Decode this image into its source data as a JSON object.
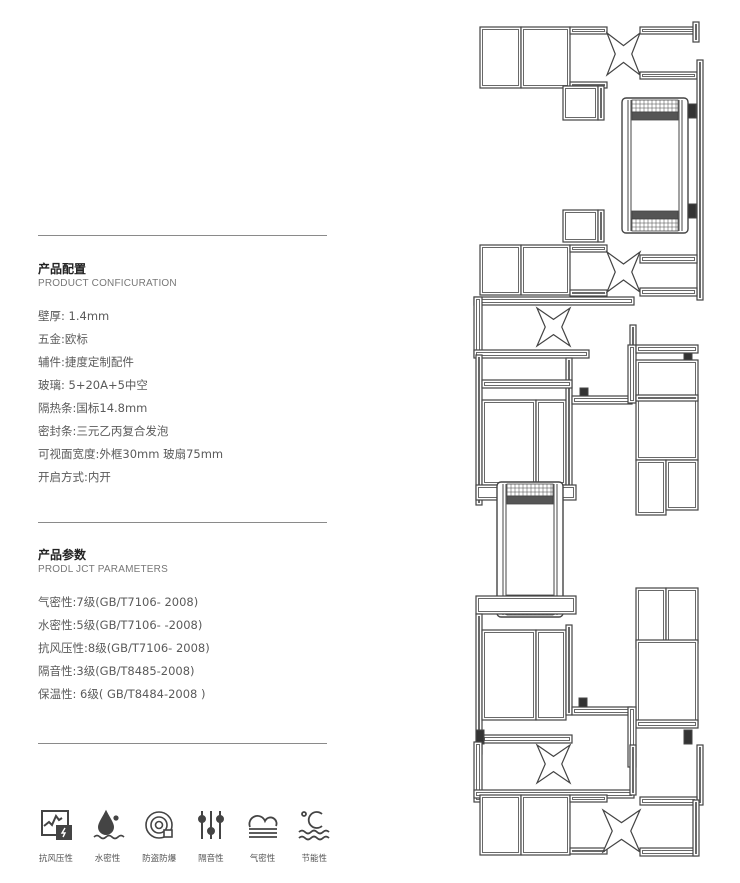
{
  "config": {
    "title": "产品配置",
    "subtitle": "PRODUCT CONFICURATION",
    "items": [
      "壁厚: 1.4mm",
      "五金:欧标",
      "辅件:捷度定制配件",
      "玻璃: 5+20A+5中空",
      "隔热条:国标14.8mm",
      "密封条:三元乙丙复合发泡",
      "可视面宽度:外框30mm 玻扇75mm",
      "开启方式:内开"
    ]
  },
  "params": {
    "title": "产品参数",
    "subtitle": "PRODL JCT PARAMETERS",
    "items": [
      "气密性:7级(GB/T7106- 2008)",
      "水密性:5级(GB/T7106- -2008)",
      "抗风压性:8级(GB/T7106- 2008)",
      "隔音性:3级(GB/T8485-2008)",
      "保温性: 6级( GB/T8484-2008 )"
    ]
  },
  "features": [
    {
      "icon": "wind-pressure-icon",
      "label": "抗风压性"
    },
    {
      "icon": "water-tight-icon",
      "label": "水密性"
    },
    {
      "icon": "anti-theft-icon",
      "label": "防盗防爆"
    },
    {
      "icon": "sound-insulation-icon",
      "label": "隔音性"
    },
    {
      "icon": "air-tight-icon",
      "label": "气密性"
    },
    {
      "icon": "energy-saving-icon",
      "label": "节能性"
    }
  ],
  "colors": {
    "line": "#444444",
    "text": "#5a5a5a",
    "rule": "#8a8a8a"
  }
}
